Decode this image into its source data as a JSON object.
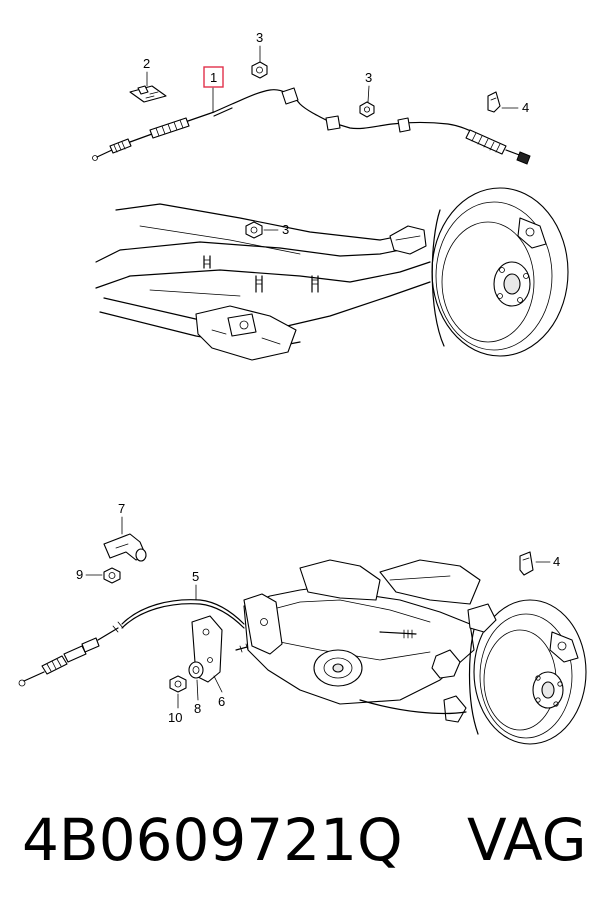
{
  "callouts": {
    "c1": "1",
    "c2": "2",
    "c3a": "3",
    "c3b": "3",
    "c3c": "3",
    "c4a": "4",
    "c4b": "4",
    "c5": "5",
    "c6": "6",
    "c7": "7",
    "c8": "8",
    "c9": "9",
    "c10": "10"
  },
  "highlight_color": "#e0304a",
  "caption": {
    "part_number": "4B0609721Q",
    "brand": "VAG"
  }
}
